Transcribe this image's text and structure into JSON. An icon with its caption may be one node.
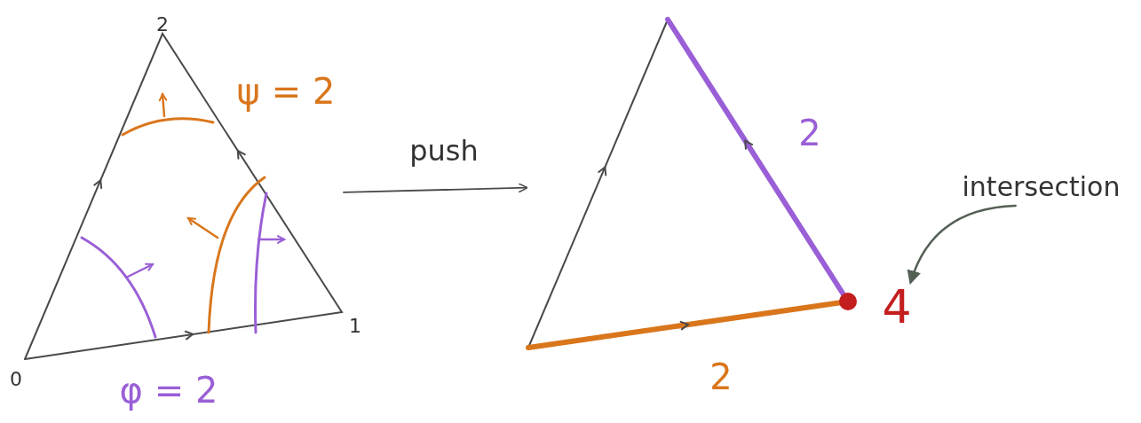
{
  "diagram": {
    "nodes": [
      {
        "text": [],
        "shape": "picture"
      },
      {
        "text": [],
        "shape": "picture"
      },
      {
        "text": [
          "intersection"
        ]
      },
      {
        "text": [],
        "shape": "circle",
        "beside": [
          "4"
        ]
      }
    ],
    "edges": [
      {
        "from": 0,
        "to": 1,
        "arrow": "to",
        "label": "push"
      },
      {
        "from": 2,
        "to": 3,
        "arrow": "to"
      }
    ],
    "labels": [
      "2",
      "ψ = 2",
      "1",
      "0",
      "φ = 2",
      "2",
      "2"
    ]
  }
}
